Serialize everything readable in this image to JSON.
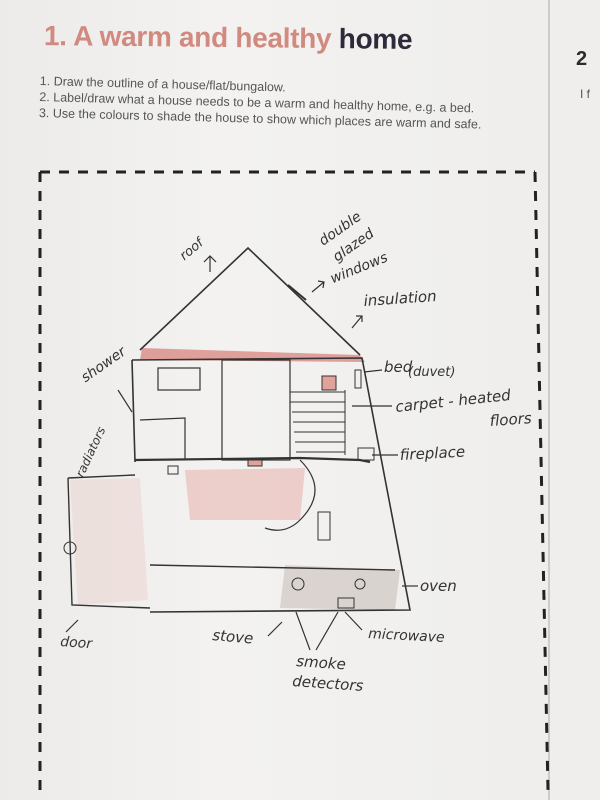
{
  "worksheet": {
    "title_number": "1.",
    "title_warm": "A warm and healthy",
    "title_home": "home",
    "instructions": [
      "1. Draw the outline of a house/flat/bungalow.",
      "2. Label/draw what a house needs to be a warm and healthy home, e.g. a bed.",
      "3. Use the colours to shade the house to show which places are warm and safe."
    ]
  },
  "next_page": {
    "heading_fragment": "2",
    "text_fragment": "I\nf"
  },
  "labels": {
    "roof": "roof",
    "double_glazed_windows": [
      "double",
      "glazed",
      "windows"
    ],
    "insulation": "insulation",
    "shower": "shower",
    "radiators": "radiators",
    "bed": "bed",
    "duvet": "(duvet)",
    "carpet": "carpet - heated",
    "floors": "floors",
    "fireplace": "fireplace",
    "oven": "oven",
    "microwave": "microwave",
    "door": "door",
    "stove": "stove",
    "smoke_detectors": [
      "smoke",
      "detectors"
    ]
  }
}
